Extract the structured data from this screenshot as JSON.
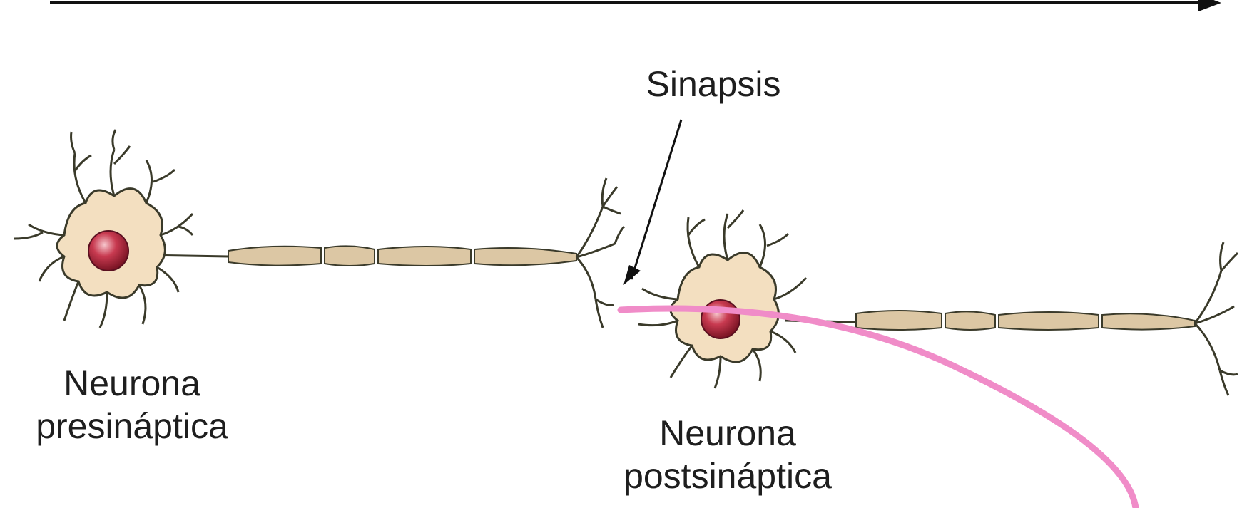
{
  "labels": {
    "synapse": "Sinapsis",
    "presynaptic": {
      "line1": "Neurona",
      "line2": "presináptica"
    },
    "postsynaptic": {
      "line1": "Neurona",
      "line2": "postsináptica"
    }
  },
  "colors": {
    "cell_fill": "#f3dfc0",
    "outline": "#3a3a2a",
    "nucleus": "#b8283e",
    "axon_fill": "#dcc7a4",
    "arrow": "#111111",
    "annotation_curve": "#f08cc8"
  },
  "icons": [
    "neuron-presynaptic",
    "neuron-postsynaptic",
    "direction-arrow",
    "synapse-pointer-arrow"
  ]
}
